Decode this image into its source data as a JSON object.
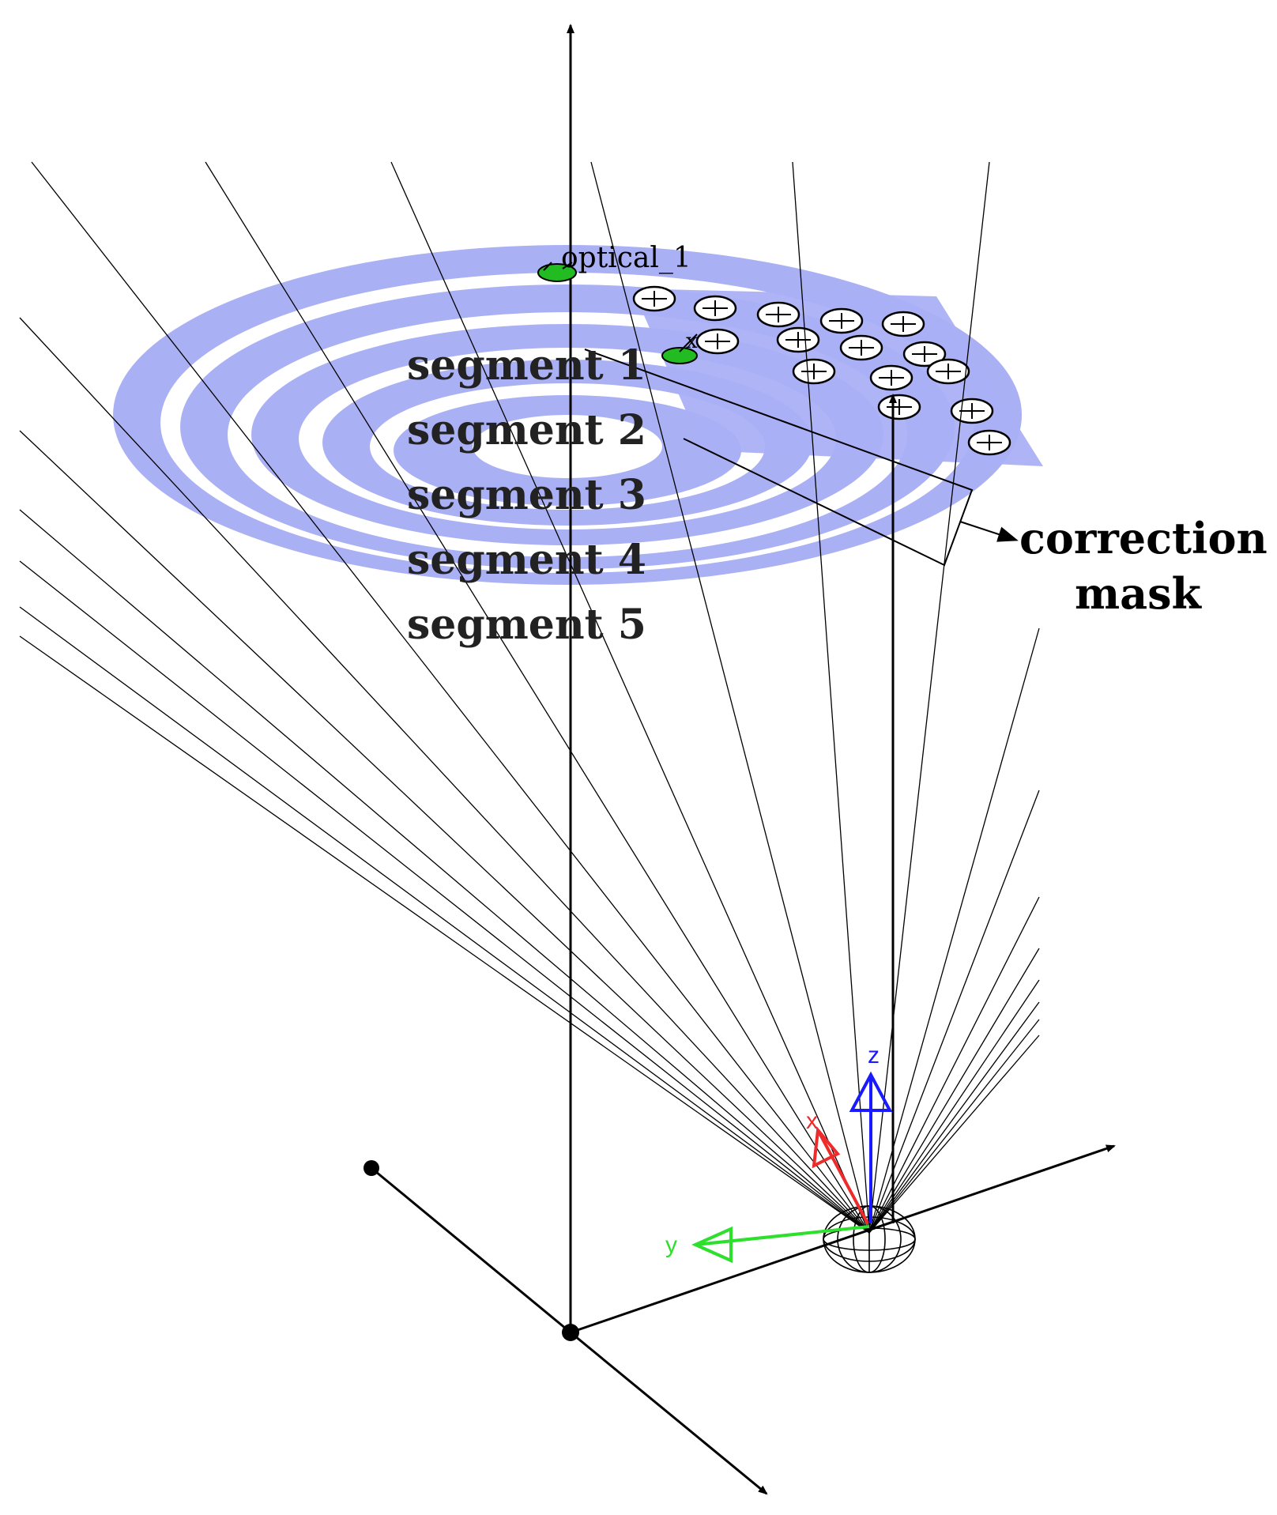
{
  "labels": {
    "optical": "optical_1",
    "segments": [
      "segment 1",
      "segment 2",
      "segment 3",
      "segment 4",
      "segment 5"
    ],
    "correction_line1": "correction",
    "correction_line2": "mask",
    "axis_z": "z",
    "axis_x": "x",
    "axis_y": "y",
    "marker_x": "x"
  },
  "colors": {
    "ring_fill": "#aab0f4",
    "axis_z": "#1a1aff",
    "axis_x": "#ee2a2a",
    "axis_y": "#2ce02c",
    "marker_green": "#22bb22",
    "line": "#000000"
  }
}
